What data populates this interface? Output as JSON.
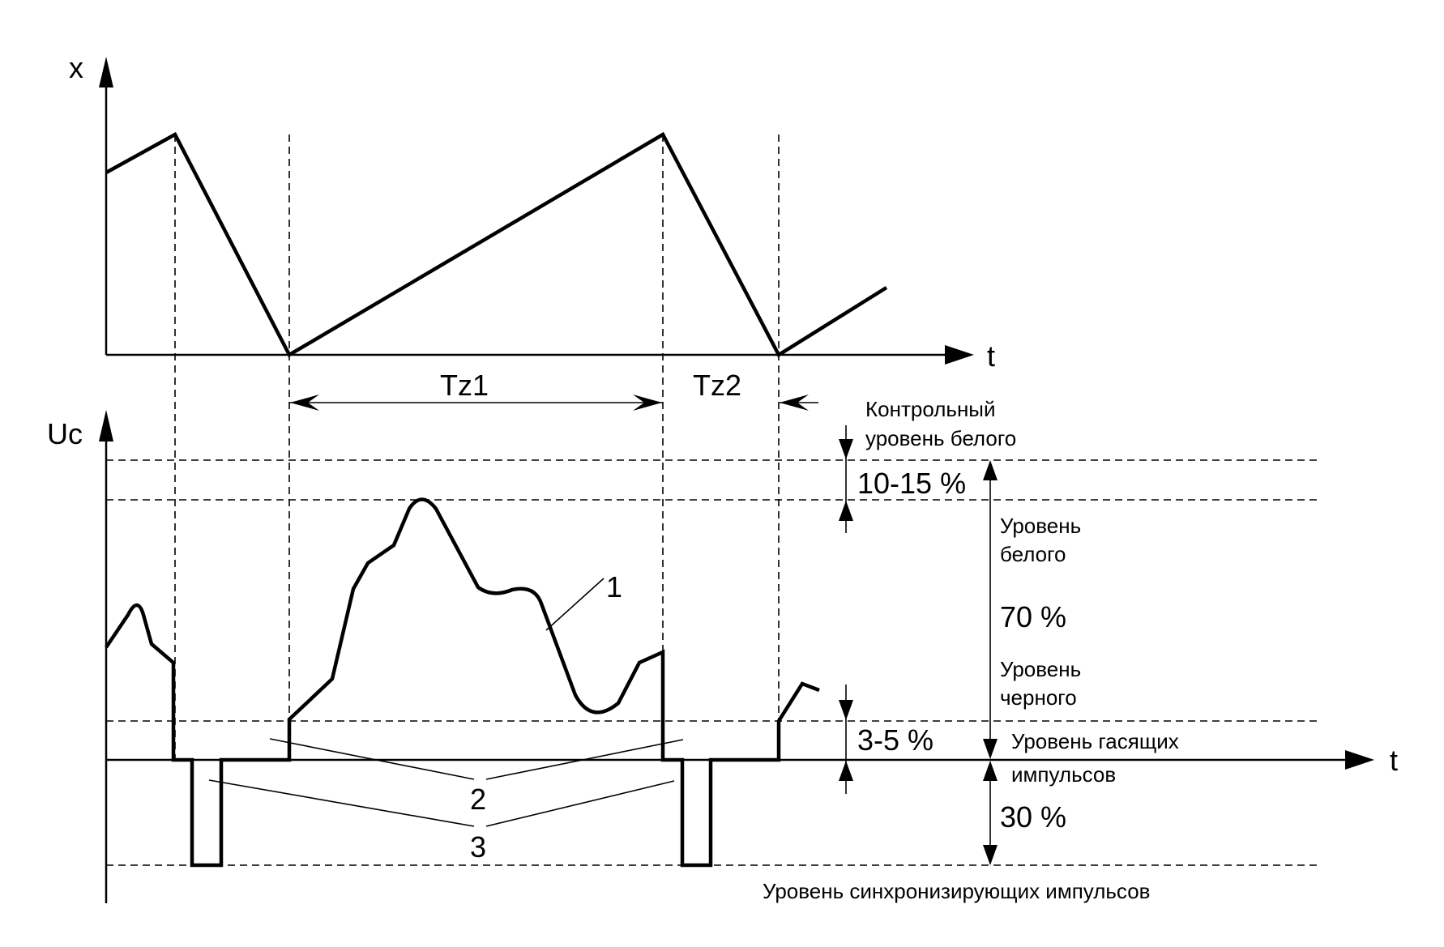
{
  "top_plot": {
    "y_axis_label": "x",
    "x_axis_label": "t",
    "interval_1_label": "Tz1",
    "interval_2_label": "Tz2"
  },
  "bottom_plot": {
    "y_axis_label": "Uc",
    "x_axis_label": "t"
  },
  "levels": {
    "control_white": [
      "Контрольный",
      "уровень белого"
    ],
    "control_white_range": "10-15 %",
    "white": [
      "Уровень",
      "белого"
    ],
    "white_range": "70 %",
    "black": [
      "Уровень",
      "черного"
    ],
    "black_range": "3-5 %",
    "blanking": [
      "Уровень гасящих",
      "импульсов"
    ],
    "sync_range": "30 %",
    "sync": "Уровень синхронизирующих импульсов"
  },
  "callouts": {
    "video_signal": "1",
    "blanking_pulses": "2",
    "sync_pulses": "3"
  }
}
